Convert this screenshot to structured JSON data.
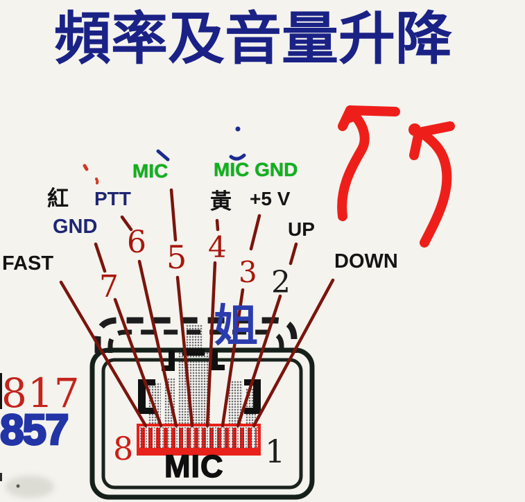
{
  "title": {
    "text": "頻率及音量升降"
  },
  "labels": {
    "mic": "MIC",
    "mic_gnd": "MIC GND",
    "red_wire": "紅",
    "ptt": "PTT",
    "yellow_wire": "黃",
    "plus_5v": "+5 V",
    "gnd": "GND",
    "up": "UP",
    "fast": "FAST",
    "down": "DOWN"
  },
  "pins": {
    "n1": "1",
    "n2": "2",
    "n3": "3",
    "n4": "4",
    "n5": "5",
    "n6": "6",
    "n7": "7",
    "n8": "8"
  },
  "connector": {
    "label": "MIC"
  },
  "models": {
    "ft817": "817",
    "ft857": "857"
  },
  "annotations": {
    "blue_char": "姐",
    "arrow_icon": "curved-up-arrow"
  },
  "colors": {
    "background": "#f4f3ee",
    "title_blue": "#1a2286",
    "label_green": "#0db31a",
    "label_navy": "#1e2673",
    "label_black": "#141414",
    "pin_number_red": "#a8170c",
    "wire_line_maroon": "#7a150d",
    "pin_strip_red": "#e8211a",
    "arrow_red": "#ee1f1a",
    "model_817_red": "#c3241c",
    "model_857_blue": "#2234a6",
    "blue_char_blue": "#2b3cae"
  }
}
